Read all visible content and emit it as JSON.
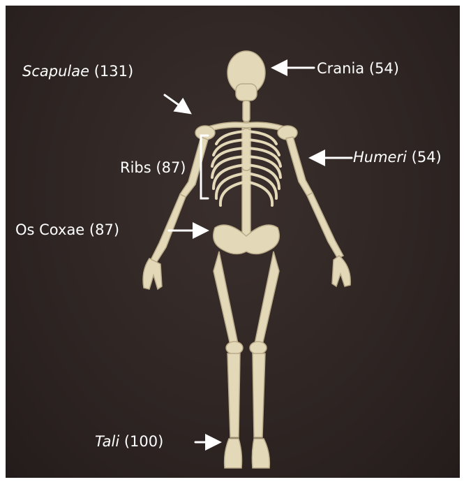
{
  "labels": {
    "scapulae": {
      "name": "Scapulae",
      "count": "(131)"
    },
    "crania": {
      "name": "Crania",
      "count": "(54)"
    },
    "ribs": {
      "name": "Ribs",
      "count": "(87)"
    },
    "humeri": {
      "name": "Humeri",
      "count": "(54)"
    },
    "os_coxae": {
      "name": "Os Coxae",
      "count": "(87)"
    },
    "tali": {
      "name": "Tali",
      "count": "(100)"
    }
  },
  "colors": {
    "background": "#2f2624",
    "bone": "#e3d8b8",
    "bone_shadow": "#b9ab89",
    "annotation": "#ffffff"
  }
}
